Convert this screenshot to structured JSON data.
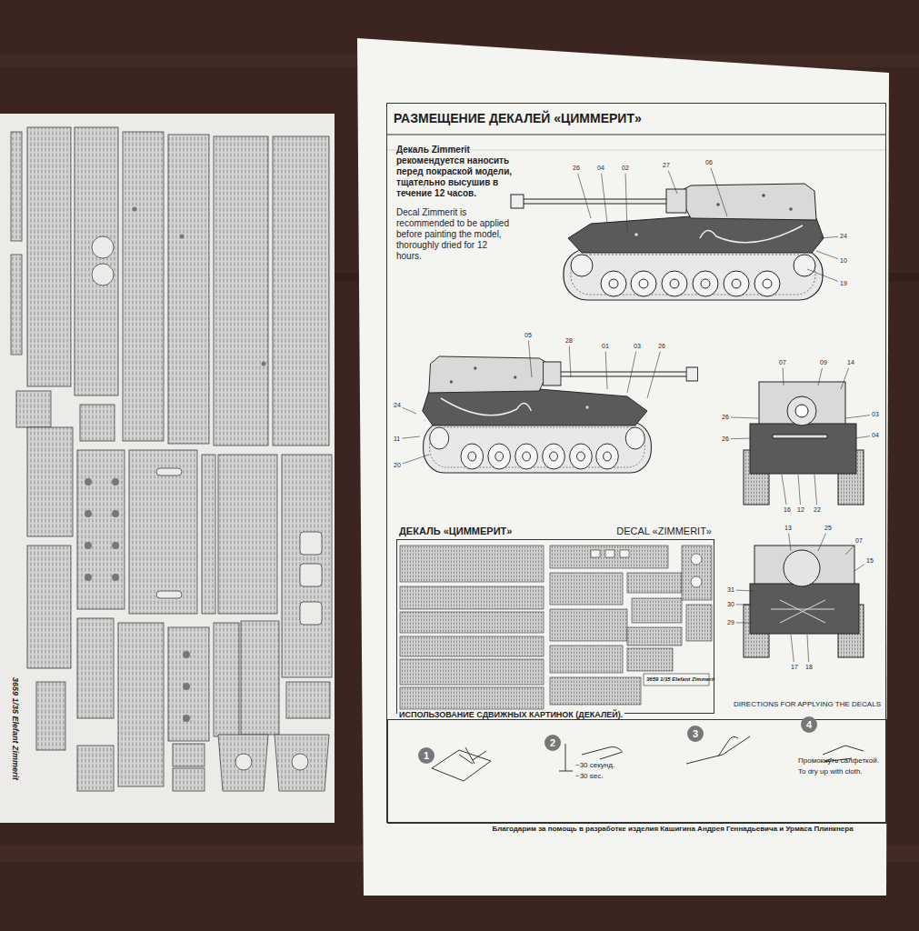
{
  "diagram": {
    "nodes": [
      {
        "text": [
          "3659 1/35 Elefant Zimmerit"
        ]
      },
      {
        "text": [
          "РАЗМЕЩЕНИЕ ДЕКАЛЕЙ «ЦИММЕРИТ»",
          "Декаль Zimmerit рекомендуется наносить перед покраской модели, тщательно высушив в течение 12 часов.",
          "Decal Zimmerit is recommended to be applied before painting the model, thoroughly dried for 12 hours."
        ]
      },
      {
        "text": [
          "ДЕКАЛЬ «ЦИММЕРИТ»",
          "DECAL «ZIMMERIT»"
        ],
        "in": 1
      },
      {
        "text": [
          "ИСПОЛЬЗОВАНИЕ СДВИЖНЫХ КАРТИНОК (ДЕКАЛЕЙ).",
          "DIRECTIONS FOR APPLYING THE DECALS"
        ],
        "in": 1
      },
      {
        "text": [
          "1"
        ],
        "in": 3
      },
      {
        "text": [
          "2"
        ],
        "in": 3
      },
      {
        "text": [
          "3"
        ],
        "in": 3
      },
      {
        "text": [
          "4"
        ],
        "in": 3
      }
    ],
    "labels": [
      "26",
      "04",
      "02",
      "27",
      "06",
      "24",
      "10",
      "19",
      "05",
      "28",
      "01",
      "03",
      "26",
      "24",
      "11",
      "20",
      "07",
      "09",
      "14",
      "26",
      "26",
      "03",
      "04",
      "16",
      "12",
      "22",
      "13",
      "25",
      "07",
      "15",
      "31",
      "30",
      "29",
      "17",
      "18",
      "3659 1/35 Elefant Zimmerit",
      "~30 секунд.",
      "~30 sec.",
      "Промокнуть салфеткой.",
      "To dry up with cloth.",
      "Благодарим за помощь в разработке изделия Кашигина Андрея Геннадьевича и Урмаса Плинкнера"
    ]
  }
}
